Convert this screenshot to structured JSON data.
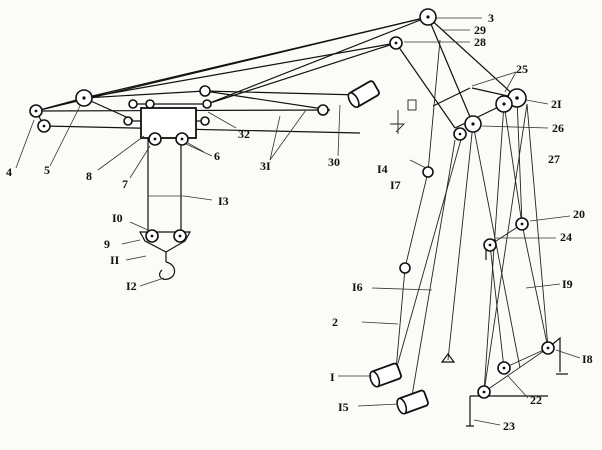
{
  "labels": {
    "l1": "I",
    "l2": "2",
    "l3": "3",
    "l4": "4",
    "l5": "5",
    "l6": "6",
    "l7": "7",
    "l8": "8",
    "l9": "9",
    "l10": "I0",
    "l11": "II",
    "l12": "I2",
    "l13": "I3",
    "l14": "I4",
    "l15": "I5",
    "l16": "I6",
    "l17": "I7",
    "l18": "I8",
    "l19": "I9",
    "l20": "20",
    "l21": "2I",
    "l22": "22",
    "l23": "23",
    "l24": "24",
    "l25": "25",
    "l26": "26",
    "l27": "27",
    "l28": "28",
    "l29": "29",
    "l30": "30",
    "l31": "3I",
    "l32": "32"
  }
}
